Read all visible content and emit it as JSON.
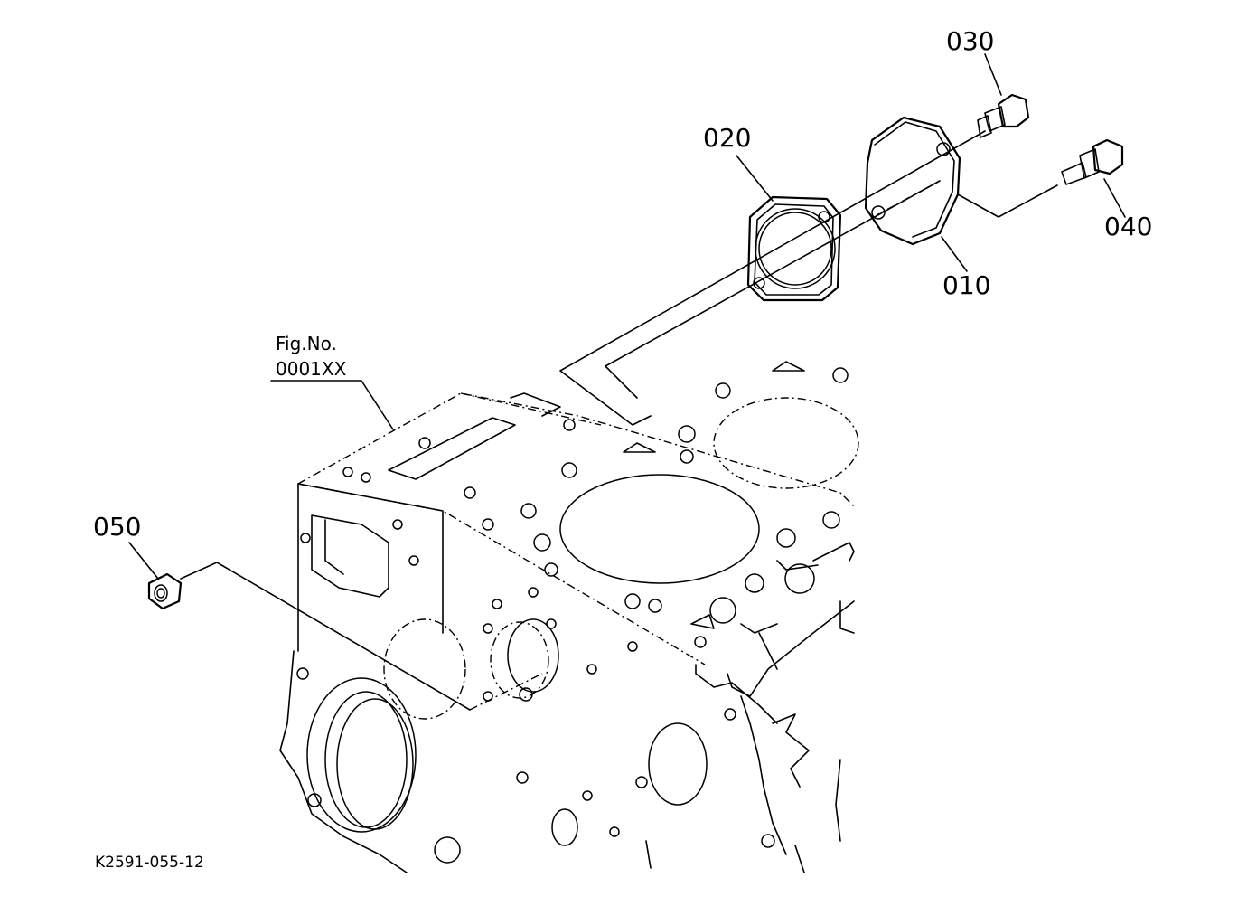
{
  "parts": [
    {
      "id": "p010",
      "label": "010"
    },
    {
      "id": "p020",
      "label": "020"
    },
    {
      "id": "p030",
      "label": "030"
    },
    {
      "id": "p040",
      "label": "040"
    },
    {
      "id": "p050",
      "label": "050"
    }
  ],
  "fig_ref": {
    "line1": "Fig.No.",
    "line2": "0001XX"
  },
  "drawing_code": "K2591-055-12"
}
